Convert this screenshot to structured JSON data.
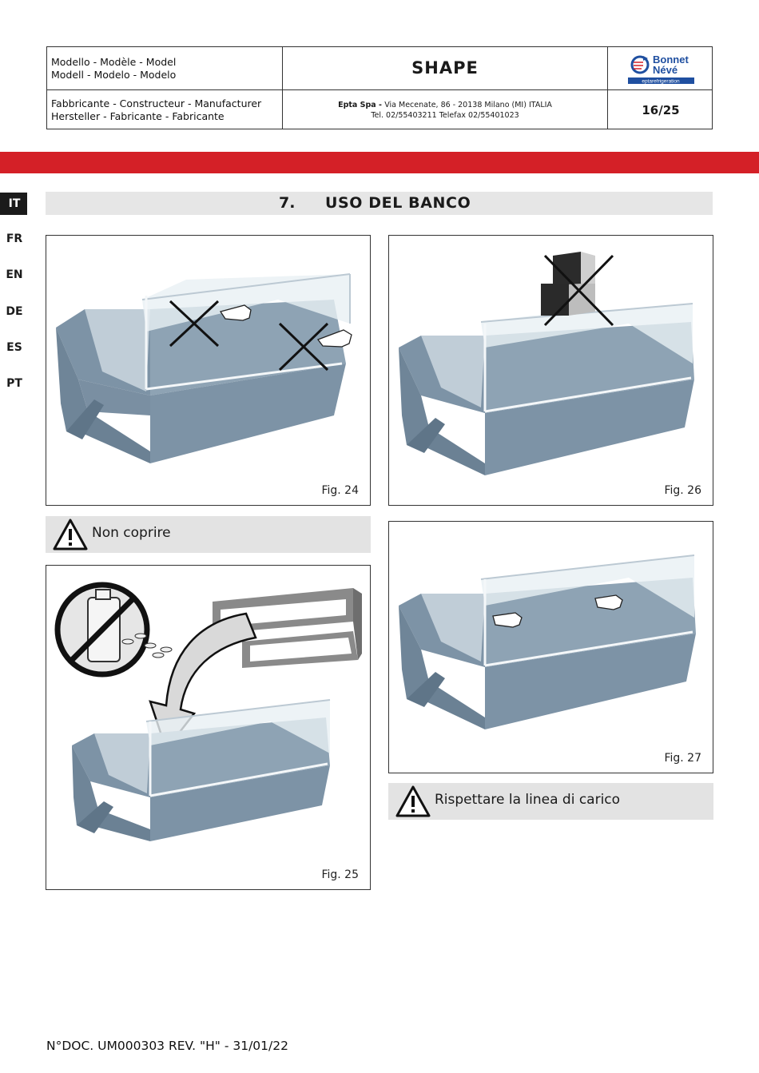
{
  "header": {
    "model_label_1": "Modello - Modèle - Model",
    "model_label_2": "Modell - Modelo - Modelo",
    "model_name": "SHAPE",
    "logo_line_1": "Bonnet",
    "logo_line_2": "Névé",
    "logo_sub": "eptarefrigeration",
    "manufacturer_label_1": "Fabbricante - Constructeur - Manufacturer",
    "manufacturer_label_2": "Hersteller - Fabricante - Fabricante",
    "company_name": "Epta Spa - ",
    "company_address": "Via Mecenate, 86 - 20138 Milano (MI) ITALIA",
    "company_contacts": "Tel. 02/55403211 Telefax 02/55401023",
    "page_number": "16/25"
  },
  "colors": {
    "band": "#d42027",
    "counter": "#7d93a6",
    "grey_panel": "#e3e3e3"
  },
  "languages": [
    {
      "code": "IT",
      "active": true
    },
    {
      "code": "FR",
      "active": false
    },
    {
      "code": "EN",
      "active": false
    },
    {
      "code": "DE",
      "active": false
    },
    {
      "code": "ES",
      "active": false
    },
    {
      "code": "PT",
      "active": false
    }
  ],
  "section": {
    "number": "7.",
    "title": "USO DEL BANCO"
  },
  "figures": {
    "fig24": "Fig. 24",
    "fig25": "Fig. 25",
    "fig26": "Fig. 26",
    "fig27": "Fig. 27"
  },
  "warnings": {
    "non_coprire": "Non coprire",
    "linea_carico": "Rispettare la linea di carico"
  },
  "footer": {
    "doc_ref": "N°DOC. UM000303 REV. \"H\" - 31/01/22"
  }
}
